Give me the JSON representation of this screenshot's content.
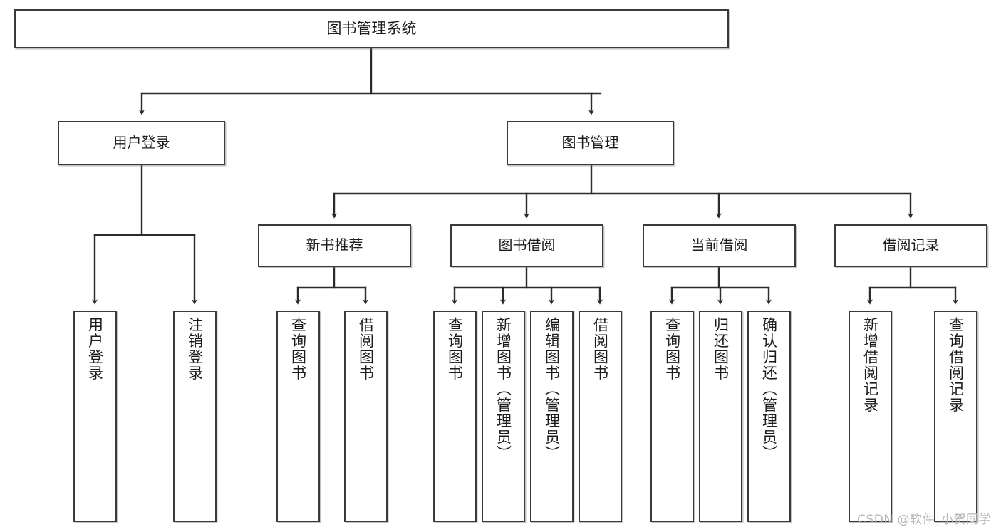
{
  "diagram": {
    "title": "图书管理系统",
    "type": "tree-hierarchy-chart",
    "colors": {
      "box_border": "#3a3a3a",
      "box_fill": "#ffffff",
      "connector": "#2b2b2b",
      "text": "#1c1c1c",
      "watermark": "#b6b6b6",
      "background": "#ffffff"
    },
    "root": {
      "label": "图书管理系统"
    },
    "branches": [
      {
        "id": "user-login",
        "label": "用户登录",
        "children": [
          {
            "id": "user-login-do",
            "label": "用户登录"
          },
          {
            "id": "user-logout",
            "label": "注销登录"
          }
        ]
      },
      {
        "id": "book-management",
        "label": "图书管理",
        "children": [
          {
            "id": "new-book-recommend",
            "label": "新书推荐",
            "children": [
              {
                "id": "query-book-1",
                "label": "查询图书"
              },
              {
                "id": "borrow-book-1",
                "label": "借阅图书"
              }
            ]
          },
          {
            "id": "book-borrow",
            "label": "图书借阅",
            "children": [
              {
                "id": "query-book-2",
                "label": "查询图书"
              },
              {
                "id": "add-book-admin",
                "label": "新增图书（管理员）"
              },
              {
                "id": "edit-book-admin",
                "label": "编辑图书（管理员）"
              },
              {
                "id": "borrow-book-2",
                "label": "借阅图书"
              }
            ]
          },
          {
            "id": "current-borrow",
            "label": "当前借阅",
            "children": [
              {
                "id": "query-book-3",
                "label": "查询图书"
              },
              {
                "id": "return-book",
                "label": "归还图书"
              },
              {
                "id": "confirm-return-admin",
                "label": "确认归还（管理员）"
              }
            ]
          },
          {
            "id": "borrow-records",
            "label": "借阅记录",
            "children": [
              {
                "id": "add-borrow-record",
                "label": "新增借阅记录"
              },
              {
                "id": "query-borrow-record",
                "label": "查询借阅记录"
              }
            ]
          }
        ]
      }
    ]
  },
  "watermark": {
    "text": "CSDN @软件_小贺同学"
  }
}
